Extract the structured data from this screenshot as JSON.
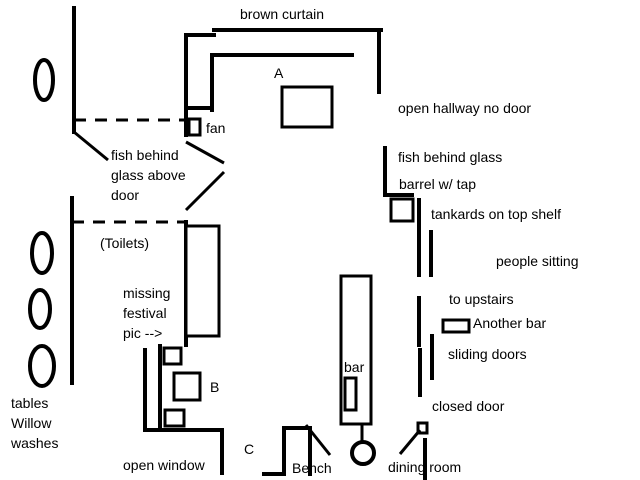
{
  "labels": {
    "brown_curtain": "brown curtain",
    "a": "A",
    "open_hallway": "open hallway no door",
    "fan": "fan",
    "fish_left_1": "fish behind",
    "fish_left_2": "glass above",
    "fish_left_3": "door",
    "fish_right": "fish behind glass",
    "barrel": "barrel w/ tap",
    "tankards": "tankards on top shelf",
    "toilets": "(Toilets)",
    "people_sitting": "people sitting",
    "missing_1": "missing",
    "missing_2": "festival",
    "missing_3": "pic -->",
    "to_upstairs": "to upstairs",
    "another_bar": "Another bar",
    "bar": "bar",
    "sliding_doors": "sliding doors",
    "b": "B",
    "tables_1": "tables",
    "tables_2": "Willow",
    "tables_3": "washes",
    "closed_door": "closed door",
    "c": "C",
    "open_window": "open window",
    "bench": "Bench",
    "dining_room": "dining room"
  }
}
